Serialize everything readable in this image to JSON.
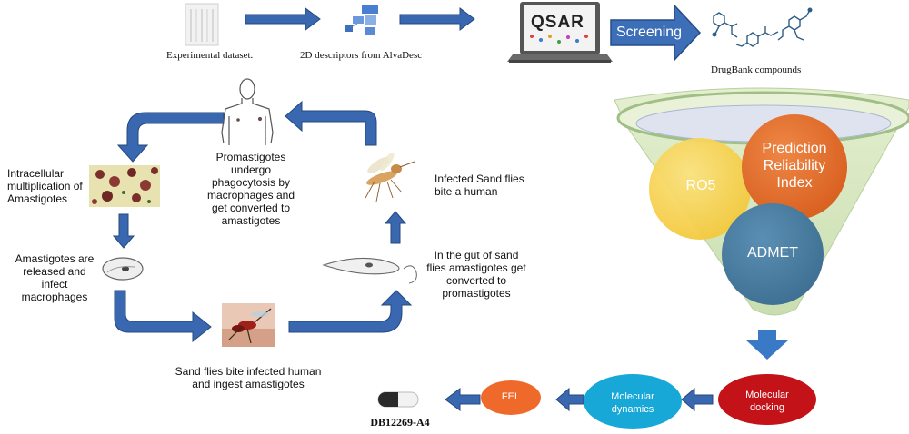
{
  "pipeline": {
    "experimental_dataset": "Experimental dataset.",
    "descriptors": "2D descriptors from AlvaDesc",
    "qsar_screen_text": "QSAR",
    "screening_arrow": "Screening",
    "drugbank": "DrugBank compounds"
  },
  "cycle": {
    "promastigotes_phagocytosis": "Promastigotes undergo phagocytosis  by macrophages and get converted to amastigotes",
    "infected_sandflies": "Infected Sand flies bite a human",
    "intracellular": "Intracellular multiplication of Amastigotes",
    "amastigotes_released": "Amastigotes are released and infect macrophages",
    "gut_conversion": "In the gut of sand flies amastigotes get converted to promastigotes",
    "sandflies_bite": "Sand flies bite infected human and ingest amastigotes"
  },
  "funnel": {
    "ro5": "RO5",
    "pri": "Prediction Reliability Index",
    "admet": "ADMET"
  },
  "workflow": {
    "docking": "Molecular docking",
    "dynamics": "Molecular dynamics",
    "fel": "FEL",
    "hit": "DB12269-A4"
  },
  "colors": {
    "arrow_blue": "#3a68b0",
    "arrow_dark": "#2e5a9e",
    "funnel_green": "#d8e8c0",
    "ro5_yellow": "#f7d35a",
    "pri_orange": "#e2712d",
    "admet_blue": "#4a7fa3",
    "docking_red": "#c31218",
    "dynamics_cyan": "#17a8d8",
    "fel_orange": "#ef6a2a"
  }
}
